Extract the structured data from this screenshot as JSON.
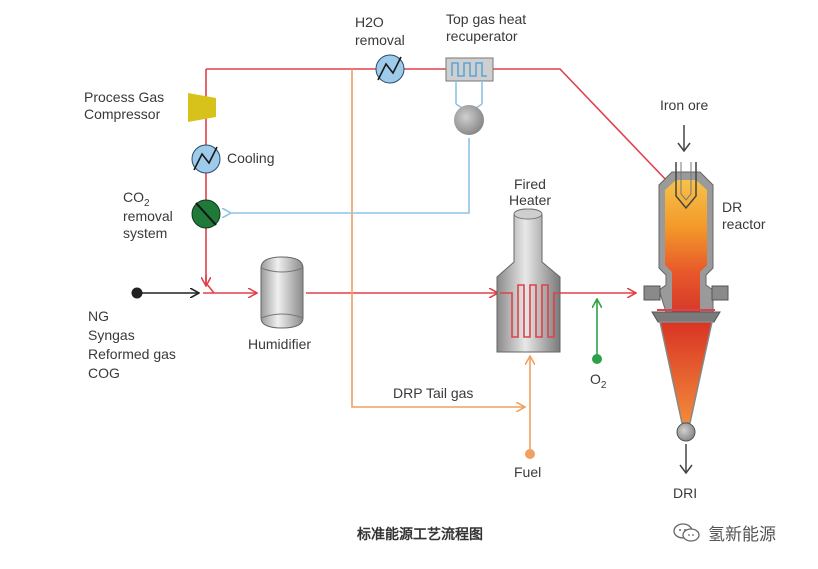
{
  "labels": {
    "h2o_removal_1": "H2O",
    "h2o_removal_2": "removal",
    "recuperator_1": "Top gas heat",
    "recuperator_2": "recuperator",
    "compressor_1": "Process Gas",
    "compressor_2": "Compressor",
    "cooling": "Cooling",
    "co2_prefix": "CO",
    "co2_sub": "2",
    "co2_line2": "removal",
    "co2_line3": "system",
    "fired_heater_1": "Fired",
    "fired_heater_2": "Heater",
    "iron_ore": "Iron ore",
    "dr_reactor_1": "DR",
    "dr_reactor_2": "reactor",
    "feed_ng": "NG",
    "feed_syngas": "Syngas",
    "feed_reformed": "Reformed gas",
    "feed_cog": "COG",
    "humidifier": "Humidifier",
    "drp_tail_gas": "DRP Tail gas",
    "o2_prefix": "O",
    "o2_sub": "2",
    "fuel": "Fuel",
    "dri": "DRI"
  },
  "caption": "标准能源工艺流程图",
  "watermark": "氢新能源",
  "colors": {
    "process_gas_line": "#e0404a",
    "recuperator_line": "#8ec3e6",
    "tail_gas_line": "#f0a060",
    "oxygen_line": "#2ea04a",
    "feed_line": "#222222",
    "compressor": "#d6c21a",
    "co2_removal": "#1f7a3a",
    "cooling": "#9fcbeb"
  }
}
